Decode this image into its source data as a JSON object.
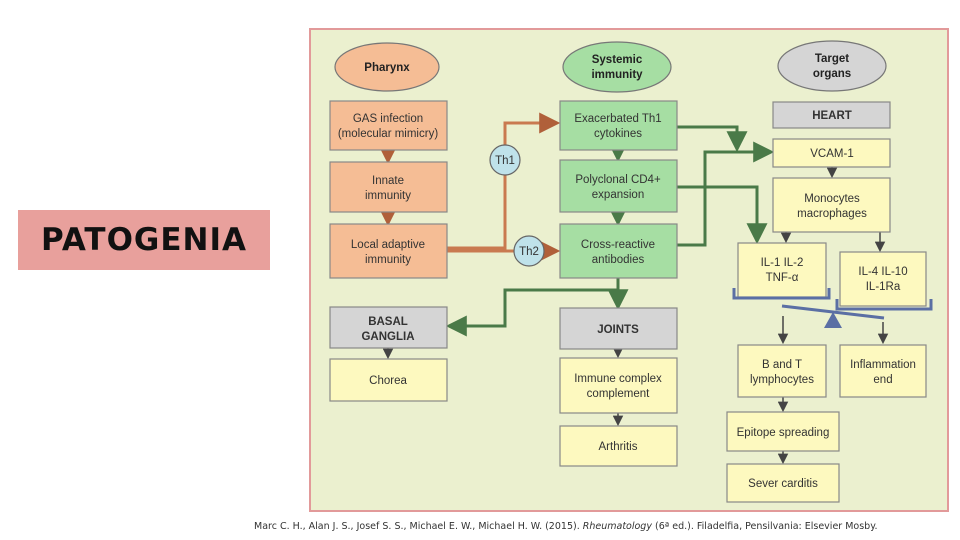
{
  "slide": {
    "title": "PATOGENIA",
    "citation": {
      "authors": "Marc C. H., Alan J. S., Josef S. S., Michael E. W., Michael H. W. (2015).",
      "book": "Rheumatology",
      "edition": "(6ª ed.). Filadelfia, Pensilvania: Elsevier Mosby."
    }
  },
  "diagram": {
    "columns": {
      "pharynx": [
        "Pharynx"
      ],
      "systemic": [
        "Systemic",
        "immunity"
      ],
      "target": [
        "Target",
        "organs"
      ]
    },
    "nodes": {
      "gas_infection": [
        "GAS infection",
        "(molecular mimicry)"
      ],
      "innate_immunity": [
        "Innate",
        "immunity"
      ],
      "local_adaptive": [
        "Local adaptive",
        "immunity"
      ],
      "th1_cytokines": [
        "Exacerbated Th1",
        "cytokines"
      ],
      "cd4_expansion": [
        "Polyclonal CD4+",
        "expansion"
      ],
      "cross_reactive": [
        "Cross-reactive",
        "antibodies"
      ],
      "heart": [
        "HEART"
      ],
      "vcam": [
        "VCAM-1"
      ],
      "monocytes": [
        "Monocytes",
        "macrophages"
      ],
      "il_proinflammatory": [
        "IL-1  IL-2",
        "TNF-α"
      ],
      "il_antiinflammatory": [
        "IL-4  IL-10",
        "IL-1Ra"
      ],
      "basal_ganglia": [
        "BASAL",
        "GANGLIA"
      ],
      "chorea": [
        "Chorea"
      ],
      "joints": [
        "JOINTS"
      ],
      "immune_complex": [
        "Immune complex",
        "complement"
      ],
      "arthritis": [
        "Arthritis"
      ],
      "bt_lymphocytes": [
        "B and T",
        "lymphocytes"
      ],
      "inflammation_end": [
        "Inflammation",
        "end"
      ],
      "epitope": [
        "Epitope spreading"
      ],
      "carditis": [
        "Sever carditis"
      ]
    },
    "badges": {
      "th1": "Th1",
      "th2": "Th2"
    },
    "colors": {
      "panel_bg": "#ebf0cf",
      "panel_border": "#e29a9a",
      "salmon": "#f5bd95",
      "green": "#a6dea3",
      "yellow": "#fdf9bf",
      "gray": "#d5d5d5",
      "blue_badge": "#bfe2ea"
    }
  }
}
